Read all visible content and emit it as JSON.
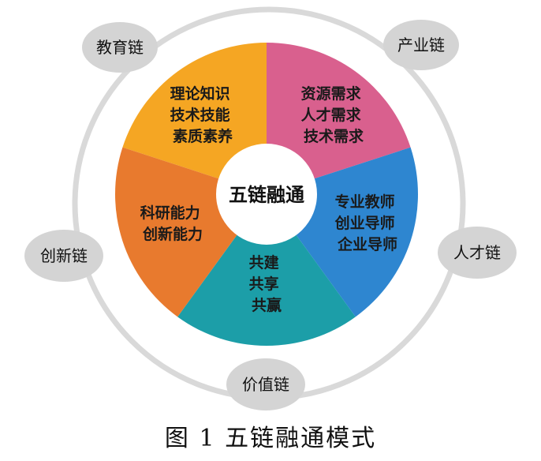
{
  "colors": {
    "orange_yellow": "#F5A623",
    "pink": "#D9608E",
    "blue": "#2E86D0",
    "teal": "#1C9EA8",
    "orange": "#E87A2E",
    "ring": "#D9D9D9",
    "node": "#D4D4D4"
  },
  "center": {
    "label": "五链融通"
  },
  "segments": [
    {
      "lines": [
        "理论知识",
        "技术技能",
        "素质素养"
      ]
    },
    {
      "lines": [
        "资源需求",
        "人才需求",
        "技术需求"
      ]
    },
    {
      "lines": [
        "专业教师",
        "创业导师",
        "企业导师"
      ]
    },
    {
      "lines": [
        "共建",
        "共享",
        "共赢"
      ]
    },
    {
      "lines": [
        "科研能力",
        "创新能力"
      ]
    }
  ],
  "nodes": [
    {
      "label": "教育链"
    },
    {
      "label": "产业链"
    },
    {
      "label": "人才链"
    },
    {
      "label": "价值链"
    },
    {
      "label": "创新链"
    }
  ],
  "caption": "图 1 五链融通模式"
}
